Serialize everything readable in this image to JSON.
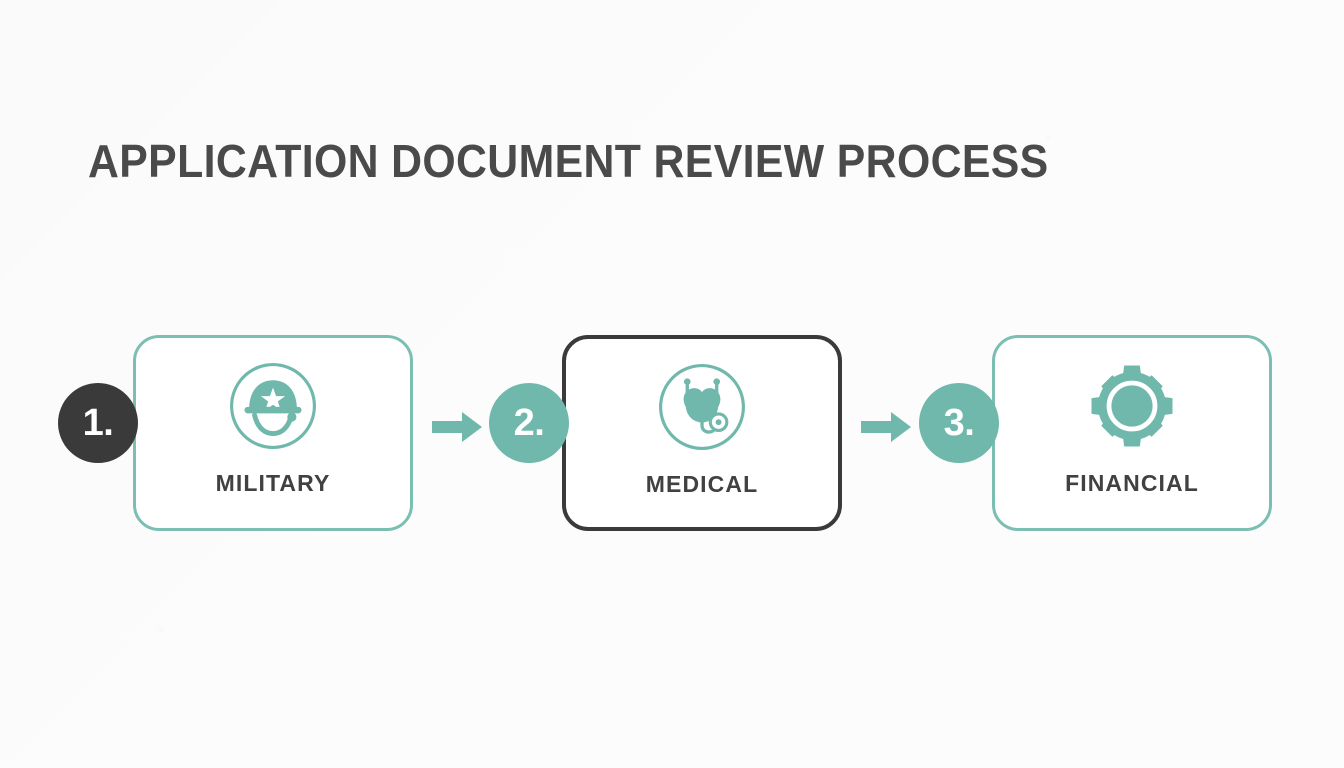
{
  "page": {
    "title": "APPLICATION DOCUMENT REVIEW PROCESS",
    "background_color": "#fcfcfc"
  },
  "theme": {
    "accent_teal": "#6fb8ab",
    "card_border_teal": "#7bbfb2",
    "dark": "#3a3a3a",
    "title_color": "#4a4a4a",
    "label_color": "#414141",
    "card_background": "#ffffff"
  },
  "flow": {
    "steps": [
      {
        "number": "1.",
        "label": "MILITARY",
        "icon": "military-helmet-icon",
        "badge_color": "#3a3a3a",
        "badge_style": "dark",
        "border_color": "#7bbfb2",
        "active": false
      },
      {
        "number": "2.",
        "label": "MEDICAL",
        "icon": "stethoscope-heart-icon",
        "badge_color": "#6fb8ab",
        "badge_style": "teal",
        "border_color": "#3a3a3a",
        "active": true
      },
      {
        "number": "3.",
        "label": "FINANCIAL",
        "icon": "gear-dollar-icon",
        "badge_color": "#6fb8ab",
        "badge_style": "teal",
        "border_color": "#7bbfb2",
        "active": false
      }
    ],
    "connectors": [
      {
        "icon": "arrow-right-icon",
        "color": "#6fb8ab"
      },
      {
        "icon": "arrow-right-icon",
        "color": "#6fb8ab"
      }
    ]
  }
}
